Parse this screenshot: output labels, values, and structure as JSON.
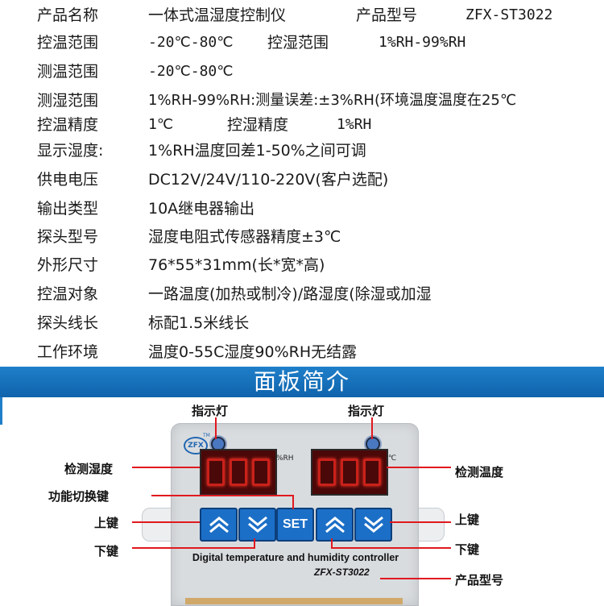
{
  "specs": [
    {
      "label": "产品名称",
      "value": "一体式温湿度控制仪",
      "label2": "产品型号",
      "value2": "ZFX-ST3022"
    },
    {
      "label": "控温范围",
      "value": "-20℃-80℃",
      "label2": "控湿范围",
      "value2": "1%RH-99%RH"
    },
    {
      "label": "测温范围",
      "value": "-20℃-80℃"
    },
    {
      "label": "测湿范围",
      "value": "1%RH-99%RH:测量误差:±3%RH(环境温度温度在25℃"
    },
    {
      "label": "控温精度",
      "value": "1℃",
      "label2": "控湿精度",
      "value2": "1%RH"
    },
    {
      "label": "显示湿度:",
      "value": "1%RH温度回差1-50%之间可调"
    },
    {
      "label": "供电电压",
      "value": "DC12V/24V/110-220V(客户选配)"
    },
    {
      "label": "输出类型",
      "value": "10A继电器输出"
    },
    {
      "label": "探头型号",
      "value": "湿度电阻式传感器精度±3℃"
    },
    {
      "label": "外形尺寸",
      "value": "76*55*31mm(长*宽*高)"
    },
    {
      "label": "控温对象",
      "value": "一路温度(加热或制冷)/路湿度(除湿或加湿"
    },
    {
      "label": "探头线长",
      "value": "标配1.5米线长"
    },
    {
      "label": "工作环境",
      "value": "温度0-55C湿度90%RH无结露"
    }
  ],
  "banner": {
    "title": "面板简介"
  },
  "device": {
    "logo": "ZFX",
    "logo_mark": "TM",
    "left_unit": "%RH",
    "right_unit": "℃",
    "set_label": "SET",
    "caption": "Digital temperature and humidity controller",
    "model": "ZFX-ST3022",
    "display_color": "#d8241c",
    "key_color": "#1c6fc7"
  },
  "callouts": {
    "indicator_left": "指示灯",
    "indicator_right": "指示灯",
    "humidity_display": "检测湿度",
    "temperature_display": "检测温度",
    "function_key": "功能切换键",
    "up_key_left": "上键",
    "up_key_right": "上键",
    "down_key_left": "下键",
    "down_key_right": "下键",
    "product_model": "产品型号"
  },
  "colors": {
    "banner": "#1674c0",
    "callout_line": "#e0191e",
    "label_text": "#1a1a1a"
  }
}
